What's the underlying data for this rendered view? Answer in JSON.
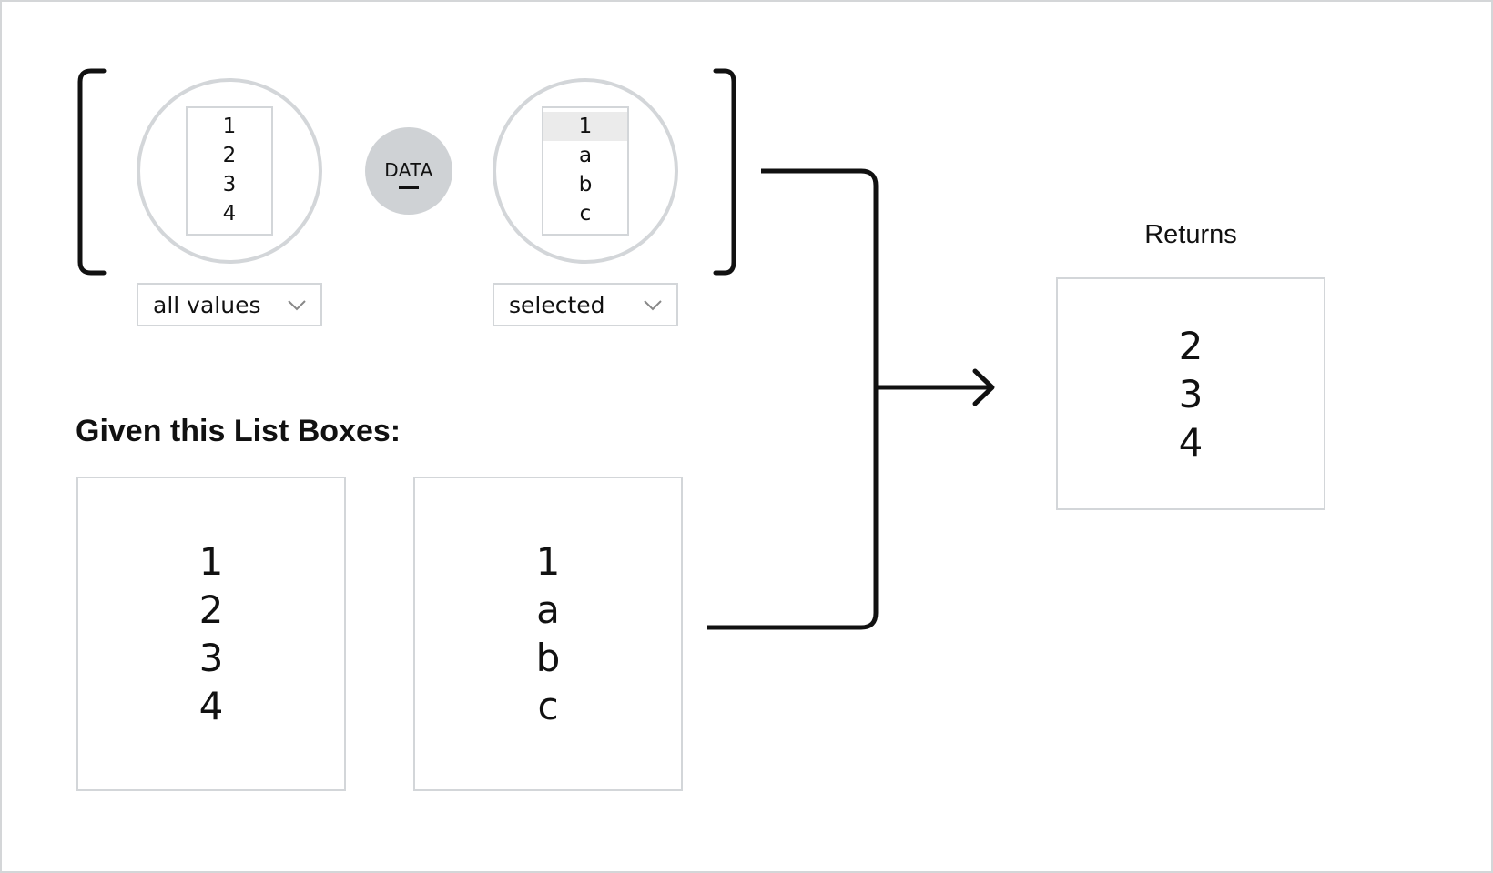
{
  "filter": {
    "left_list": {
      "items": [
        "1",
        "2",
        "3",
        "4"
      ],
      "dropdown": "all values"
    },
    "operator": {
      "label": "DATA",
      "symbol": "minus-icon"
    },
    "right_list": {
      "items": [
        "1",
        "a",
        "b",
        "c"
      ],
      "selected_item": "1",
      "dropdown": "selected"
    }
  },
  "given": {
    "heading": "Given this List Boxes:",
    "left_box": {
      "items": [
        "1",
        "2",
        "3",
        "4"
      ]
    },
    "right_box": {
      "items": [
        "1",
        "a",
        "b",
        "c"
      ]
    }
  },
  "returns": {
    "title": "Returns",
    "items": [
      "2",
      "3",
      "4"
    ]
  },
  "colors": {
    "border": "#d3d6d9",
    "operator_fill": "#cfd2d5",
    "selected_fill": "#ebebeb",
    "line": "#111111"
  }
}
